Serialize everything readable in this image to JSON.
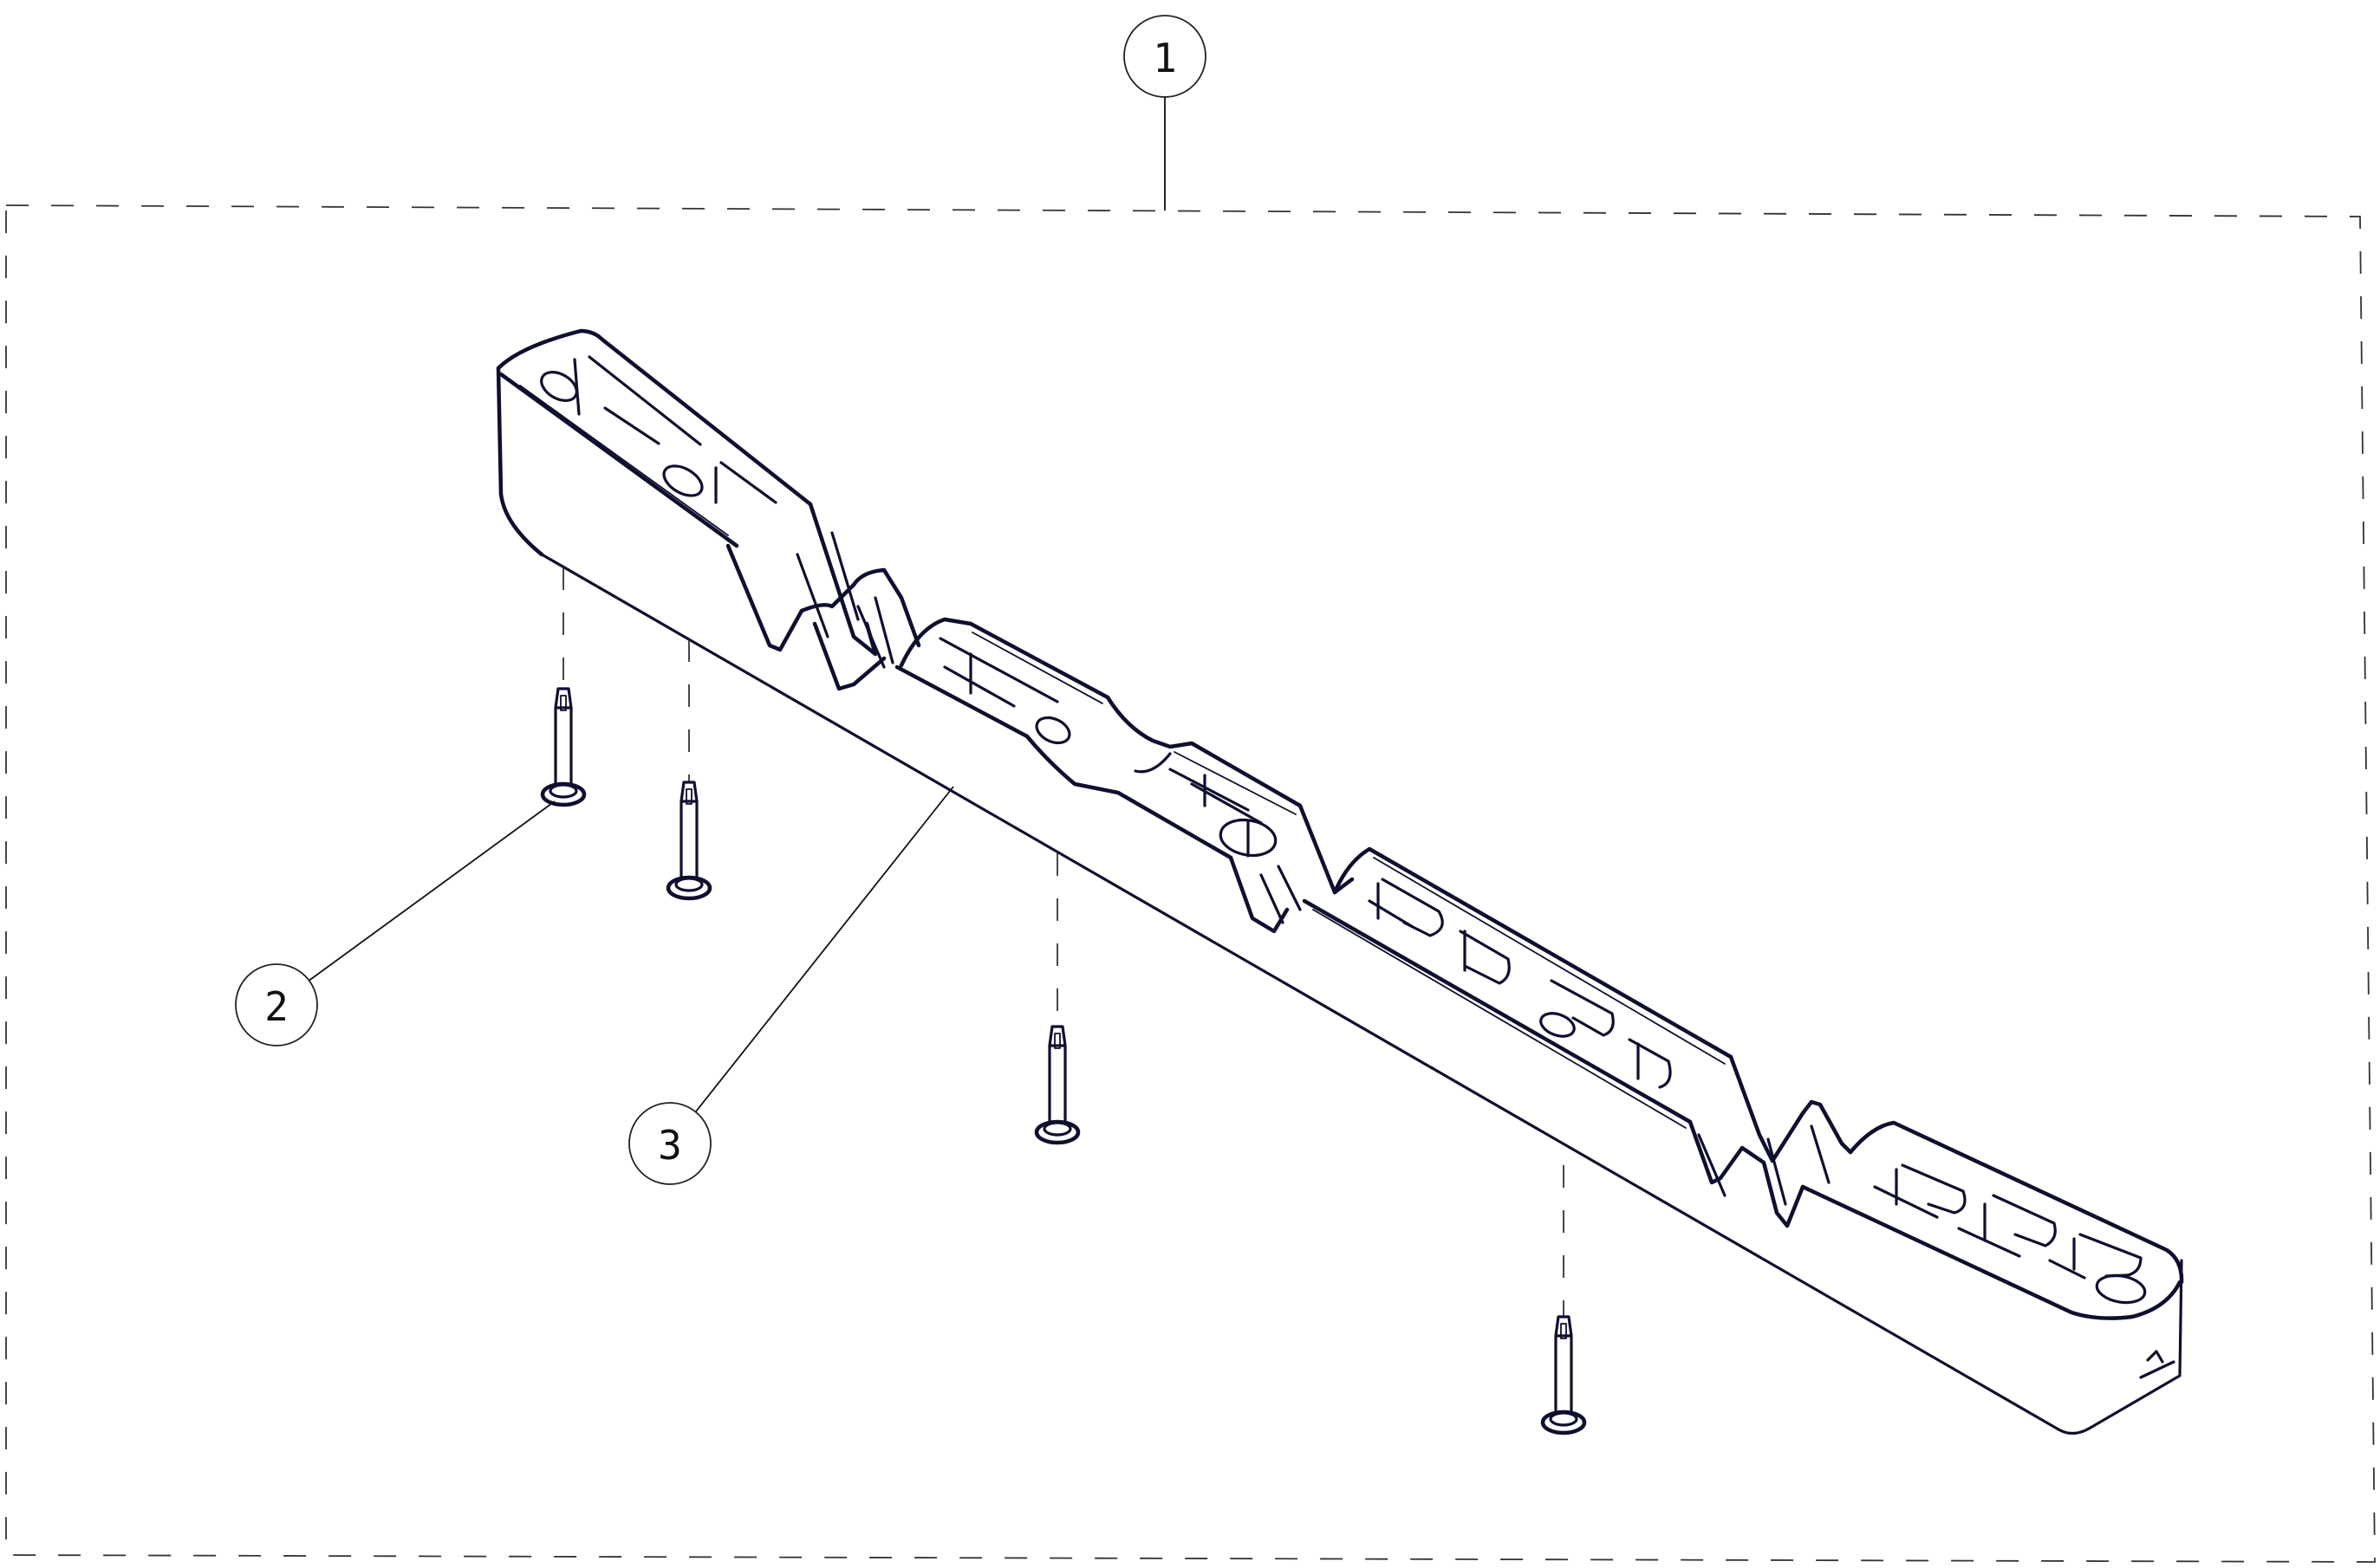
{
  "diagram": {
    "type": "exploded-parts-assembly",
    "line_color": "#0f0f2e",
    "background": "#ffffff",
    "assembly_frame": {
      "style": "dashed"
    },
    "balloons": [
      {
        "id": "balloon-1",
        "label": "1",
        "refers_to": "assembly"
      },
      {
        "id": "balloon-2",
        "label": "2",
        "refers_to": "screw"
      },
      {
        "id": "balloon-3",
        "label": "3",
        "refers_to": "rail"
      }
    ],
    "parts": {
      "rail": {
        "count": 1
      },
      "screws": {
        "count": 4
      }
    }
  }
}
